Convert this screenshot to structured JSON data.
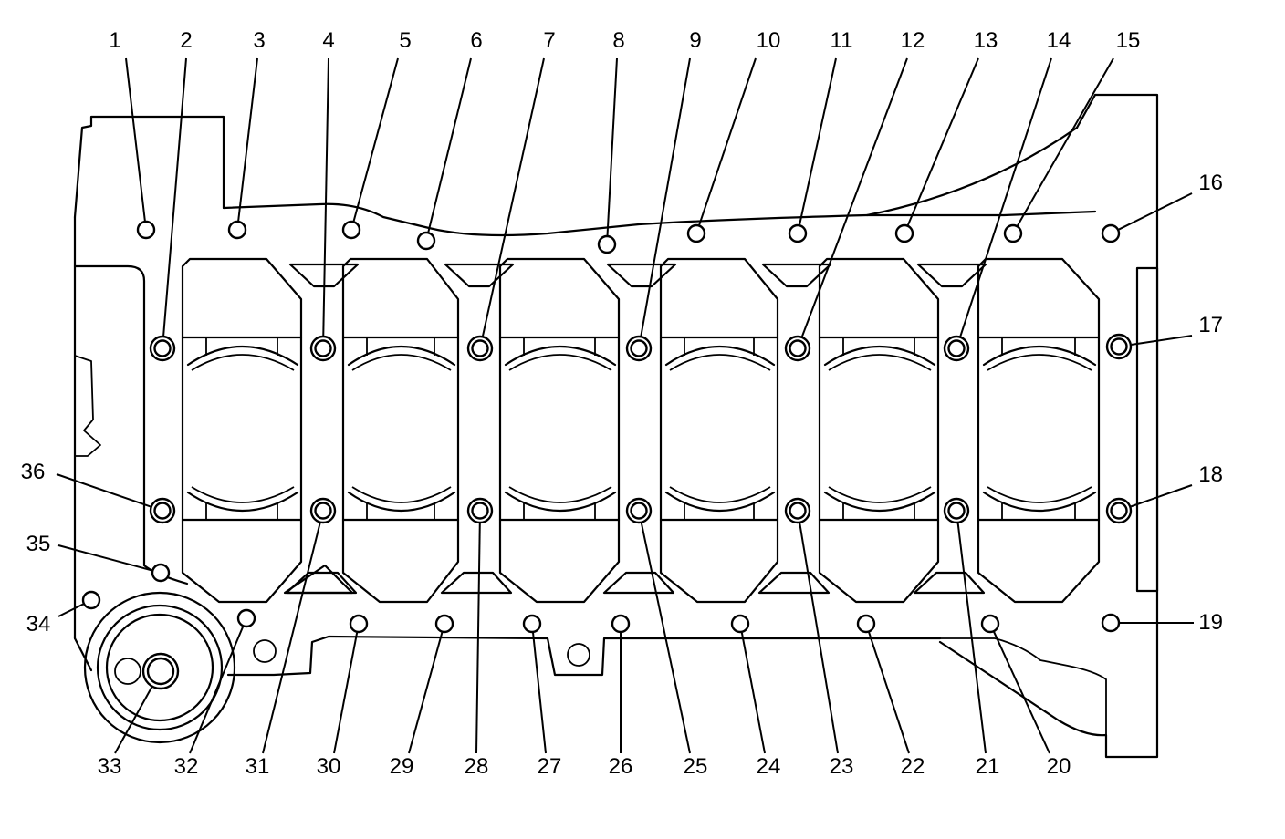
{
  "bolts": [
    {
      "id": "1",
      "label": "1"
    },
    {
      "id": "2",
      "label": "2"
    },
    {
      "id": "3",
      "label": "3"
    },
    {
      "id": "4",
      "label": "4"
    },
    {
      "id": "5",
      "label": "5"
    },
    {
      "id": "6",
      "label": "6"
    },
    {
      "id": "7",
      "label": "7"
    },
    {
      "id": "8",
      "label": "8"
    },
    {
      "id": "9",
      "label": "9"
    },
    {
      "id": "10",
      "label": "10"
    },
    {
      "id": "11",
      "label": "11"
    },
    {
      "id": "12",
      "label": "12"
    },
    {
      "id": "13",
      "label": "13"
    },
    {
      "id": "14",
      "label": "14"
    },
    {
      "id": "15",
      "label": "15"
    },
    {
      "id": "16",
      "label": "16"
    },
    {
      "id": "17",
      "label": "17"
    },
    {
      "id": "18",
      "label": "18"
    },
    {
      "id": "19",
      "label": "19"
    },
    {
      "id": "20",
      "label": "20"
    },
    {
      "id": "21",
      "label": "21"
    },
    {
      "id": "22",
      "label": "22"
    },
    {
      "id": "23",
      "label": "23"
    },
    {
      "id": "24",
      "label": "24"
    },
    {
      "id": "25",
      "label": "25"
    },
    {
      "id": "26",
      "label": "26"
    },
    {
      "id": "27",
      "label": "27"
    },
    {
      "id": "28",
      "label": "28"
    },
    {
      "id": "29",
      "label": "29"
    },
    {
      "id": "30",
      "label": "30"
    },
    {
      "id": "31",
      "label": "31"
    },
    {
      "id": "32",
      "label": "32"
    },
    {
      "id": "33",
      "label": "33"
    },
    {
      "id": "34",
      "label": "34"
    },
    {
      "id": "35",
      "label": "35"
    },
    {
      "id": "36",
      "label": "36"
    }
  ]
}
